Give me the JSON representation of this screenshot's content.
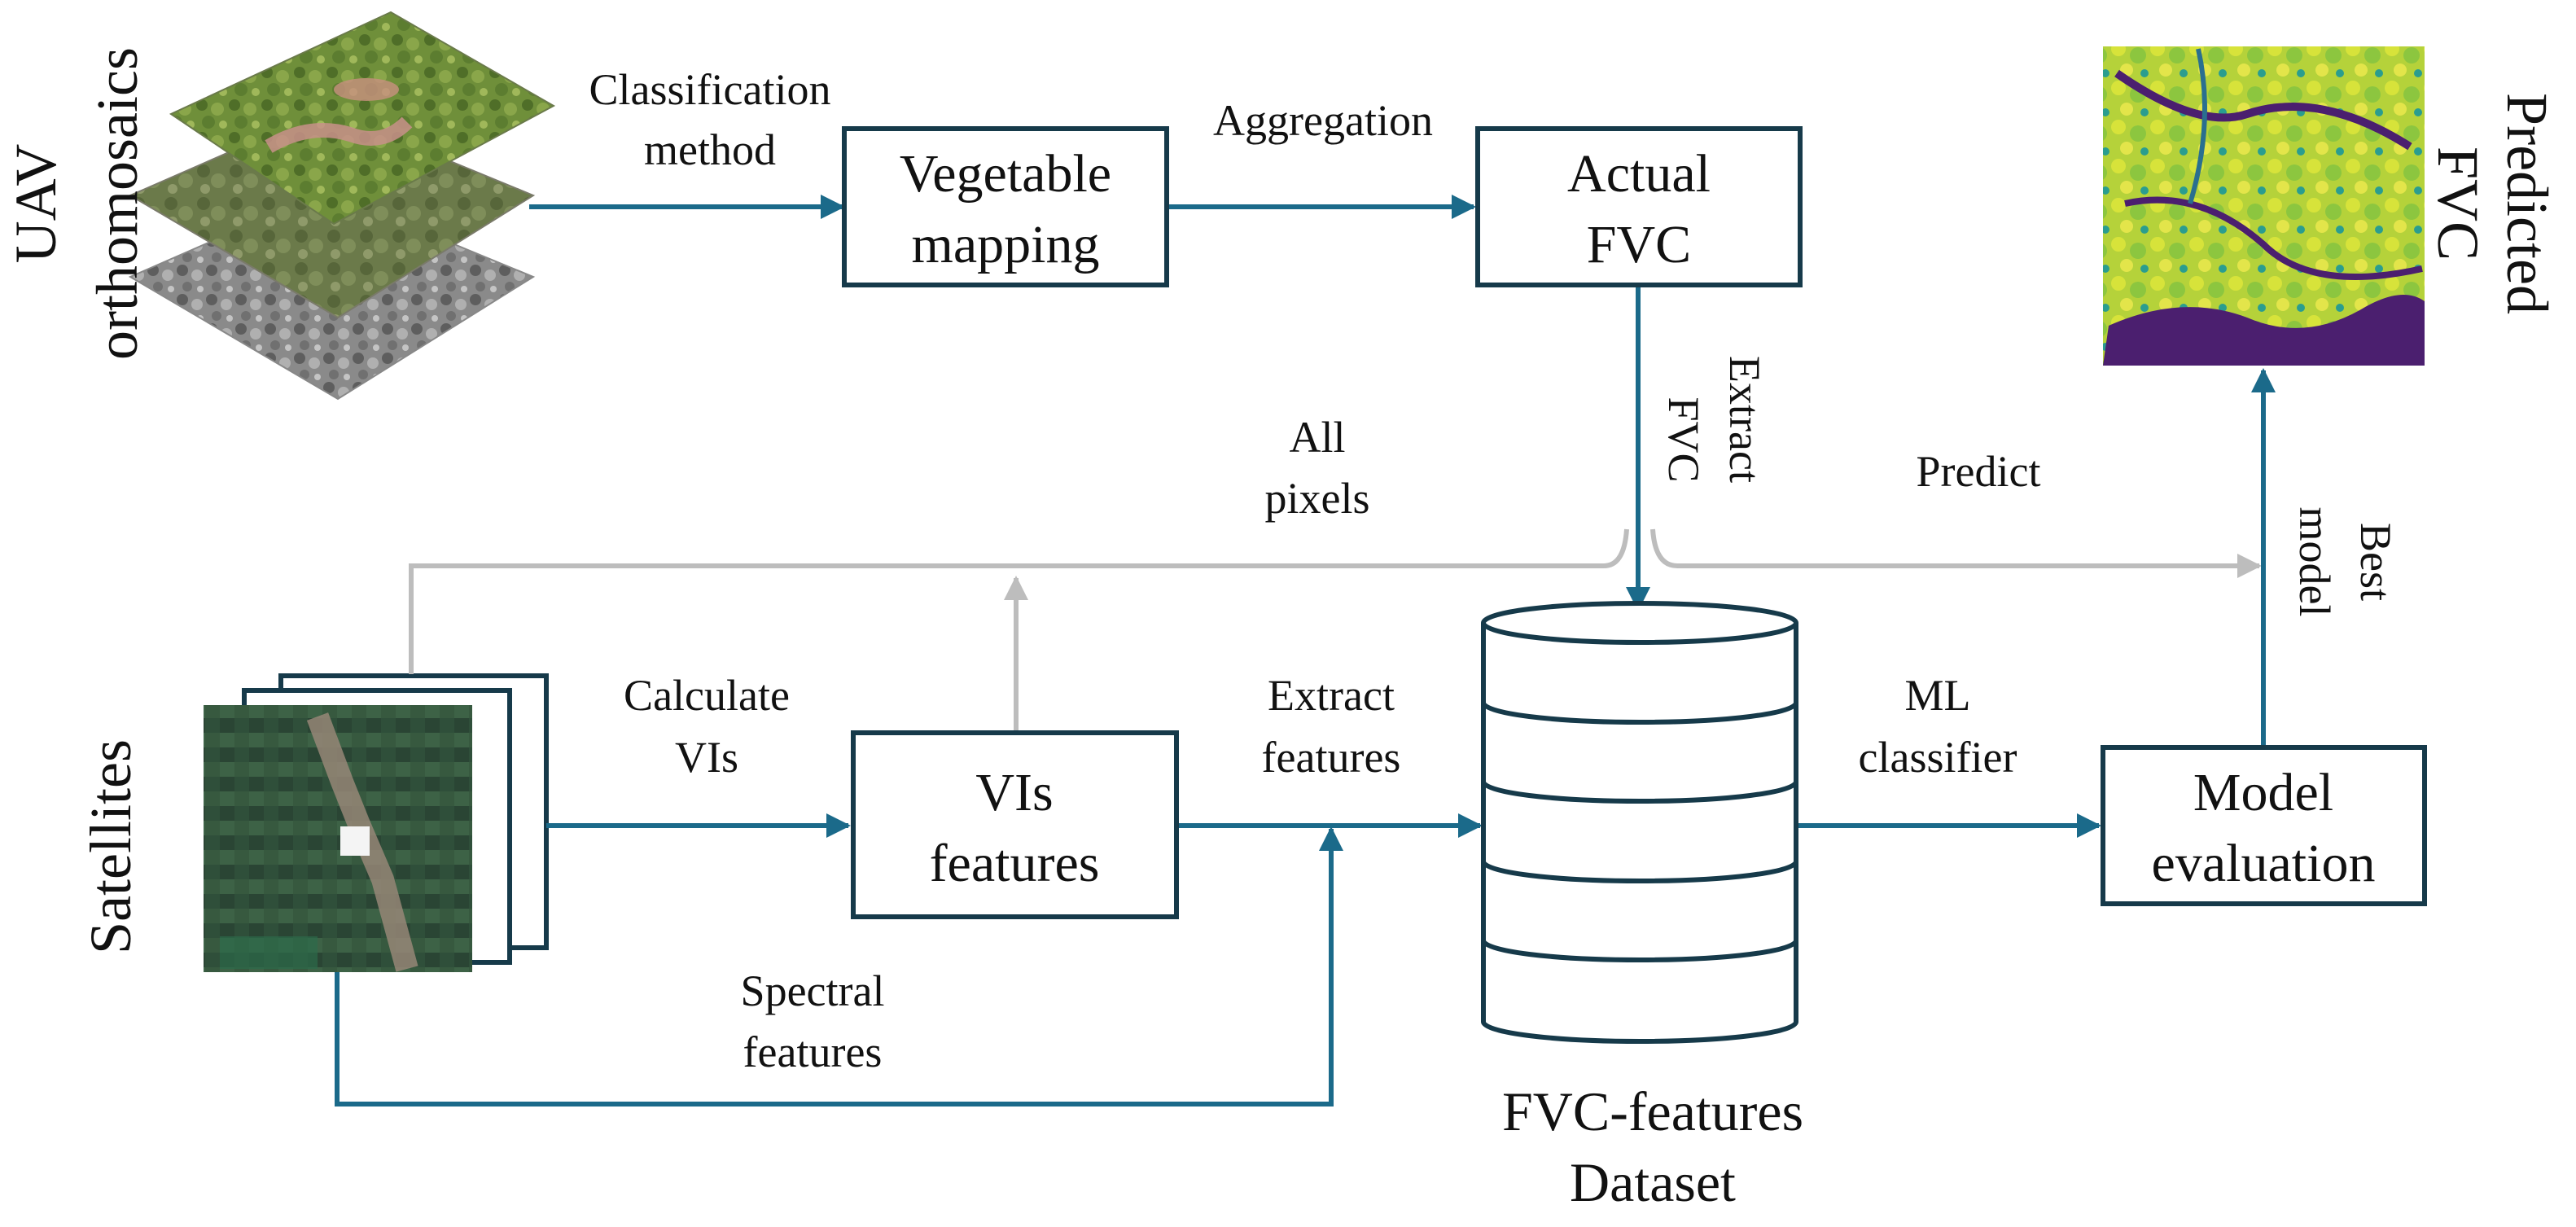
{
  "colors": {
    "arrow_main": "#1b6a8a",
    "arrow_secondary": "#bdbdbd",
    "box_stroke": "#163a4a",
    "text": "#111111"
  },
  "side_labels": {
    "uav_line1": "UAV",
    "uav_line2": "orthomosaics",
    "satellites": "Satellites",
    "predicted_line1": "Predicted",
    "predicted_line2": "FVC"
  },
  "boxes": {
    "vegetable_mapping": [
      "Vegetable",
      "mapping"
    ],
    "actual_fvc": [
      "Actual",
      "FVC"
    ],
    "vis_features": [
      "VIs",
      "features"
    ],
    "model_evaluation": [
      "Model",
      "evaluation"
    ]
  },
  "dataset": [
    "FVC-features",
    "Dataset"
  ],
  "edge_labels": {
    "classification_method": [
      "Classification",
      "method"
    ],
    "aggregation": "Aggregation",
    "extract_fvc": [
      "Extract",
      "FVC"
    ],
    "all_pixels": [
      "All",
      "pixels"
    ],
    "predict": "Predict",
    "best_model": [
      "Best",
      "model"
    ],
    "calculate_vis": [
      "Calculate",
      "VIs"
    ],
    "extract_features": [
      "Extract",
      "features"
    ],
    "ml_classifier": [
      "ML",
      "classifier"
    ],
    "spectral_features": [
      "Spectral",
      "features"
    ]
  }
}
